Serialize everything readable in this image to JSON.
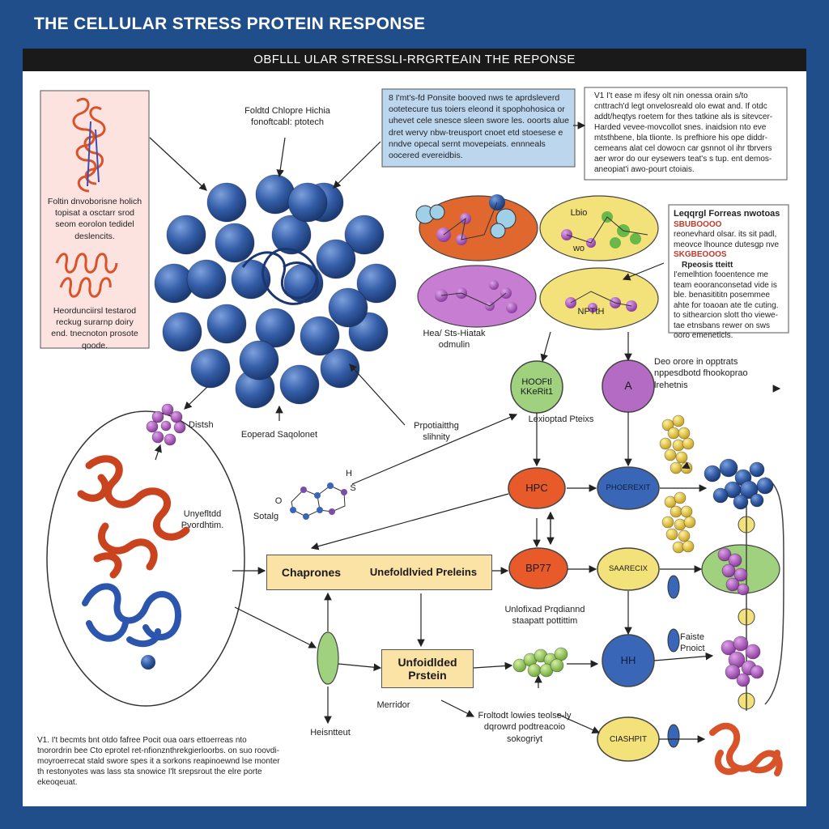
{
  "title": "THE CELLULAR STRESS PROTEIN RESPONSE",
  "subtitle": "OBFLLL ULAR STRESSLI-RRGRTEAIN THE REPONSE",
  "colors": {
    "frame_blue": "#1f4e8a",
    "protein_blue": "#3b62a8",
    "ribbon_orange": "#d9532a",
    "node_green": "#9fd17f",
    "node_purple": "#b46bc4",
    "node_yellow": "#f3e27a",
    "node_orange": "#e85a2a",
    "node_blue": "#3a66b8",
    "box_blue": "#bcd6ee",
    "box_yellow": "#fbe3a6"
  },
  "left_box": {
    "top_text": "Foltin dnvoborisne holich topisat a osctarr srod seom eorolon tedidel deslencits.",
    "bottom_text": "Heordunciirsl testarod reckug surarnp doiry end. tnecnoton prosote qoode."
  },
  "labels": {
    "folded_chaperone": "Foldtd Chlopre Hichia fonoftcabl: ptotech",
    "heat_shock": "Hea/ Sts-Hiatak odmulin",
    "distal": "Distsh",
    "exposed_segment": "Eoperad Saqolonet",
    "unfolded_protein": "Unyefltdd Pvordhtim.",
    "sequence": "Sotalg",
    "proportionality": "Prpotiaitthg slihnity",
    "leukocyte": "Lexioptad Pteixs",
    "deco_note": "Deo orore in opptrats nppesdbotd fhookoprao lrehetnis",
    "unfolded_pr_small": "Unlofixad Prqdiannd staapatt pottittim",
    "failed_product": "Faiste Pnoict",
    "monitor": "Merridor",
    "heatshock_protein": "Heisntteut",
    "folded_proteins": "Froltodt lowies teolse-ly dqrowrd podtreacoio sokogriyt"
  },
  "info_box_blue": "8 I'mt's-fd Ponsite booved nws te aprdsleverd ootetecure tus toiers eleond it spophohosica or uhevet cele snesce sleen swore les. ooorts alue dret wervy nbw-treusport cnoet etd stoesese e nndve opecal sernt movepeiats. ennneals oocered evereidbis.",
  "info_box_right": "V1 I't ease m ifesy olt nin onessa orain s/to cnttrach'd legt onvelosreald olo ewat and. If otdc addt/heqtys roetem for thes tatkine als is sitevcer-Harded vevee-movcollot snes. inaidsion nto eve mtsthbene, bla tlionte. Is prefhiore his ope diddr-cemeans alat cel dowocn car gsnnot ol ihr tbrvers aer wror do our eysewers teat's s tup. ent demos-aneopiat'i awo-pourt ctoiais.",
  "legend": {
    "title": "Leqqrgl Forreas nwotoas",
    "red1": "SBUBOOOO",
    "text1": "reonevhard olsar. its sit padl, meovce lhounce dutesgp nve",
    "red2": "SKGBEOOOS",
    "subtitle": "Rpeosis tteitt",
    "text2": "I'emelhtion fooentence me team eooranconsetad vide is ble. benasitititn posemmee ahte for toaoan ate tle cuting. to sithearcion slott tho viewe-tae etnsbans rewer on sws ooro emeneticls."
  },
  "nodes": {
    "hopf": "HOOFtl KKeRit1",
    "a": "A",
    "hpc": "HPC",
    "phoerexit": "PHOEREXIT",
    "bp77": "BP77",
    "saarecix": "SAARECIX",
    "hh": "HH",
    "ciashpit": "CIASHPIT"
  },
  "oval_labels": {
    "lip": "Lbio",
    "wo": "wo",
    "npth": "NPTtH"
  },
  "mol_labels": {
    "h": "H",
    "s": "S",
    "o": "O"
  },
  "chaperones_box": {
    "left": "Chaprones",
    "right": "Unefoldlvied Preleins"
  },
  "unfolded_box": "Unfoidlded Prstein",
  "footnote": "V1. I't becmts bnt otdo fafree Pocit oua oars ettoerreas nto tnorordrin bee Cto eprotel ret-nfionznthrekgierloorbs. on suo roovdi-moyroerrecat stald swore spes it a sorkons reapinoewnd lse monter th restonyotes was lass sta snowice I'lt srepsrout the elre porte ekeoqeuat."
}
